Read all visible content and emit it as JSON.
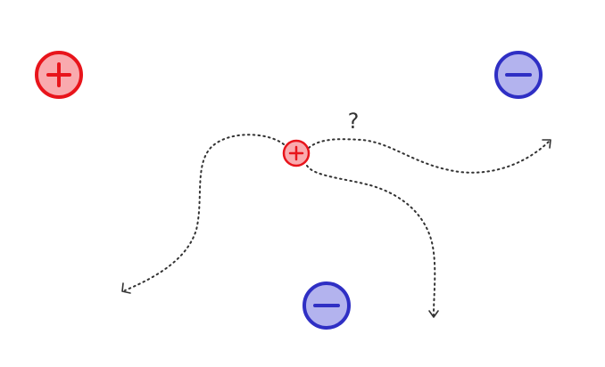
{
  "question_mark": "?",
  "colors": {
    "positive_stroke": "#e8141b",
    "positive_fill": "#f9aaae",
    "negative_stroke": "#2f2fc4",
    "negative_fill": "#b3b3ee",
    "path": "#333333"
  },
  "charges": [
    {
      "id": "positive-charge-large",
      "sign": "+",
      "role": "fixed-charge"
    },
    {
      "id": "negative-charge-top-right",
      "sign": "-",
      "role": "fixed-charge"
    },
    {
      "id": "negative-charge-bottom",
      "sign": "-",
      "role": "fixed-charge"
    },
    {
      "id": "test-charge",
      "sign": "+",
      "role": "test-charge"
    }
  ],
  "trajectories": [
    {
      "id": "trajectory-left",
      "direction": "down-left"
    },
    {
      "id": "trajectory-right",
      "direction": "right"
    },
    {
      "id": "trajectory-down",
      "direction": "down"
    }
  ]
}
